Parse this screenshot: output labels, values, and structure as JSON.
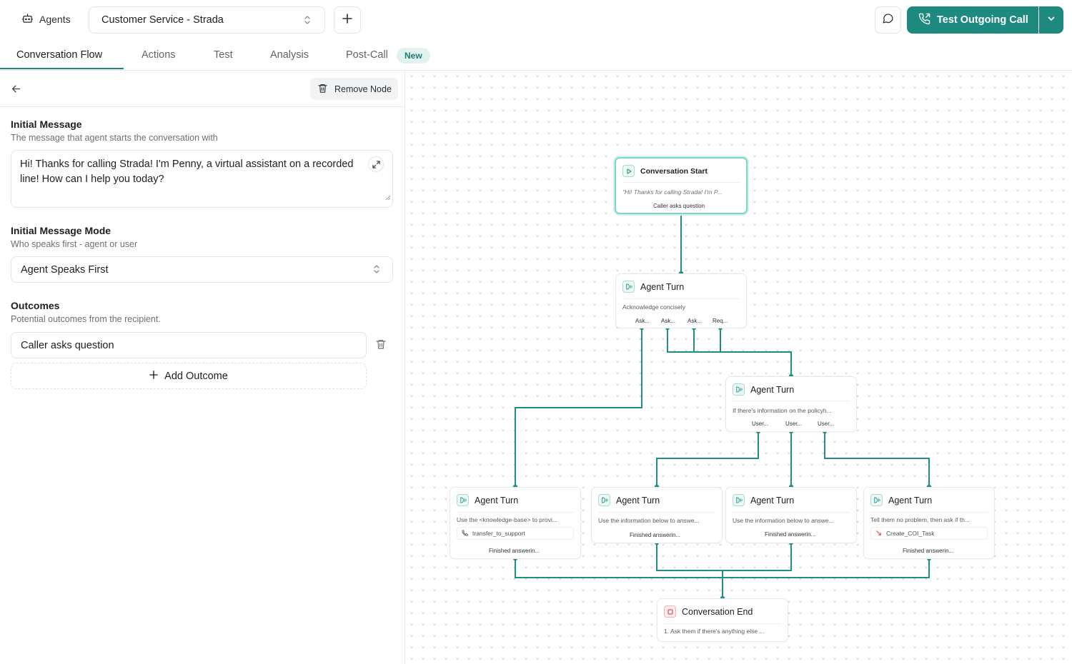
{
  "header": {
    "agents_label": "Agents",
    "agent_selected": "Customer Service - Strada",
    "test_call_label": "Test Outgoing Call"
  },
  "tabs": [
    {
      "label": "Conversation Flow"
    },
    {
      "label": "Actions"
    },
    {
      "label": "Test"
    },
    {
      "label": "Analysis"
    },
    {
      "label": "Post-Call"
    }
  ],
  "tab_badge": "New",
  "panel": {
    "remove_node_label": "Remove Node",
    "initial_message": {
      "title": "Initial Message",
      "subtitle": "The message that agent starts the conversation with",
      "value": "Hi! Thanks for calling Strada! I'm Penny, a virtual assistant on a recorded line! How can I help you today?"
    },
    "mode": {
      "title": "Initial Message Mode",
      "subtitle": "Who speaks first - agent or user",
      "value": "Agent Speaks First"
    },
    "outcomes": {
      "title": "Outcomes",
      "subtitle": "Potential outcomes from the recipient.",
      "items": [
        "Caller asks question"
      ],
      "add_label": "Add Outcome"
    }
  },
  "flow": {
    "start": {
      "title": "Conversation Start",
      "desc": "\"Hi! Thanks for calling Strada! I'm P...",
      "outcome": "Caller asks question"
    },
    "turn1": {
      "title": "Agent Turn",
      "desc": "Acknowledge concisely",
      "outs": [
        "Ask...",
        "Ask...",
        "Ask...",
        "Req..."
      ]
    },
    "turn2": {
      "title": "Agent Turn",
      "desc": "If there's information on the policyh...",
      "outs": [
        "User...",
        "User...",
        "User..."
      ]
    },
    "turn3": {
      "title": "Agent Turn",
      "desc": "Use the <knowledge-base> to provi...",
      "tool": "transfer_to_support",
      "outcome": "Finished answerin..."
    },
    "turn4": {
      "title": "Agent Turn",
      "desc": "Use the information below to answe...",
      "outcome": "Finished answerin..."
    },
    "turn5": {
      "title": "Agent Turn",
      "desc": "Use the information below to answe...",
      "outcome": "Finished answerin..."
    },
    "turn6": {
      "title": "Agent Turn",
      "desc": "Tell them no problem, then ask if th...",
      "tool": "Create_COI_Task",
      "outcome": "Finished answerin..."
    },
    "end": {
      "title": "Conversation End",
      "desc": "1. Ask them if there's anything else ..."
    }
  },
  "colors": {
    "accent": "#1e8a7f",
    "edge": "#1f8f84",
    "end_red": "#e05a5a"
  },
  "icons": [
    "bot-icon",
    "chevron-updown-icon",
    "plus-icon",
    "chat-bubble-icon",
    "phone-outgoing-icon",
    "chevron-down-icon",
    "arrow-left-icon",
    "trash-icon",
    "expand-icon",
    "play-icon",
    "agent-icon",
    "stop-icon",
    "phone-transfer-icon",
    "tool-icon"
  ]
}
